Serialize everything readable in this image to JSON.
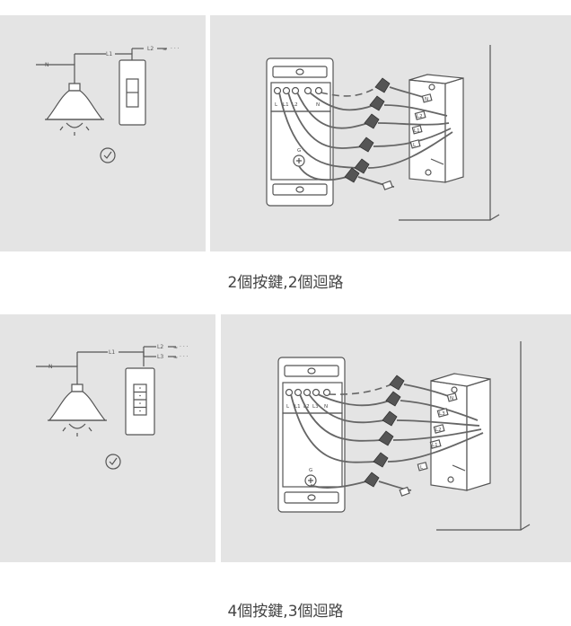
{
  "section1": {
    "caption": "2個按鍵,2個迴路",
    "schematic": {
      "n": "N",
      "l1": "L1",
      "l2": "L2",
      "check_icon": "check-circle-icon"
    },
    "terminals": {
      "t1": "L",
      "t2": "L1",
      "t3": "L2",
      "t4": "N",
      "ground": "G"
    },
    "box_tags": [
      "N",
      "L2",
      "L1",
      "L"
    ]
  },
  "section2": {
    "caption": "4個按鍵,3個迴路",
    "schematic": {
      "n": "N",
      "l1": "L1",
      "l2": "L2",
      "l3": "L3",
      "check_icon": "check-circle-icon"
    },
    "terminals": {
      "t1": "L",
      "t2": "L1",
      "t3": "L2",
      "t4": "L3",
      "t5": "N",
      "ground": "G"
    },
    "box_tags": [
      "N",
      "L3",
      "L2",
      "L1",
      "L"
    ]
  }
}
